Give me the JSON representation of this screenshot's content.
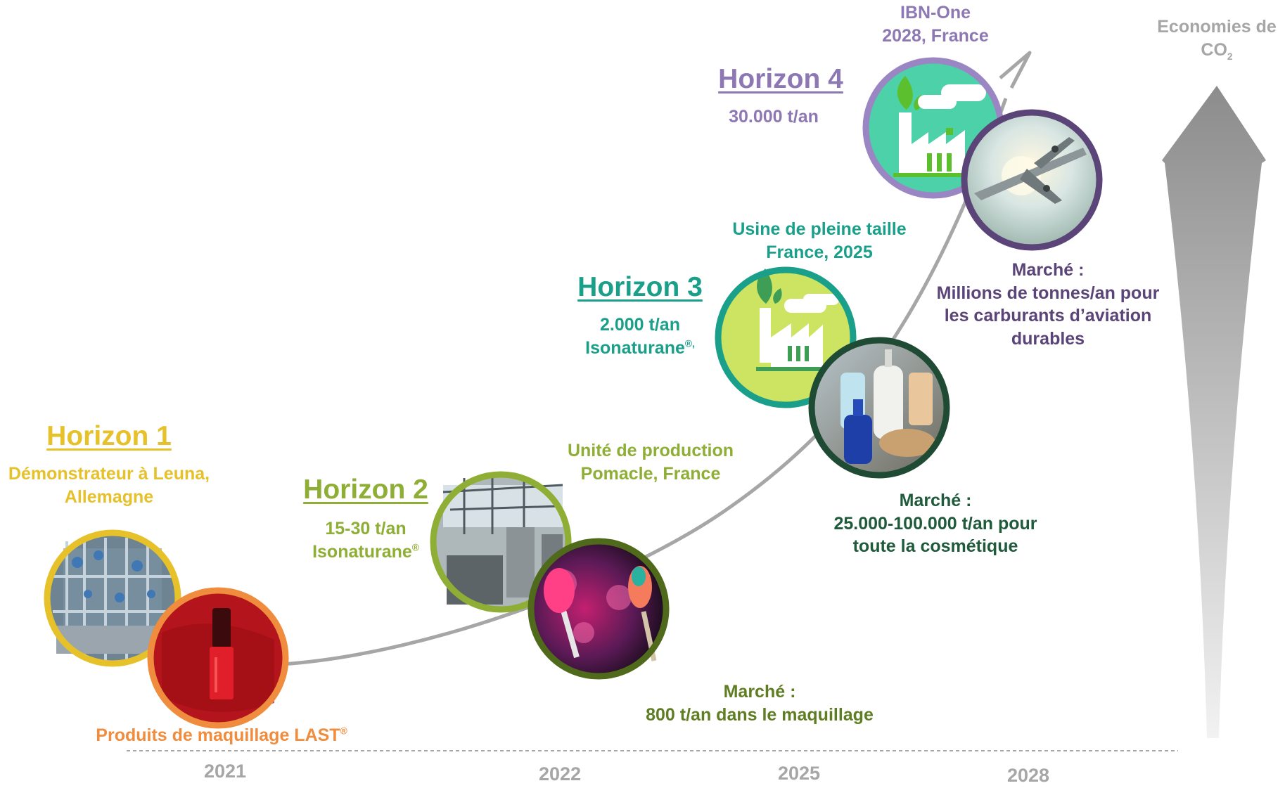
{
  "colors": {
    "h1": "#e6c12a",
    "h1_product": "#ef8c3d",
    "h2": "#8fae35",
    "h2_market": "#5f7d22",
    "h3": "#1aa08a",
    "h3_market": "#1f5a3a",
    "h4": "#8e78b4",
    "h4_market": "#5a4478",
    "axis": "#a6a6a6",
    "curve": "#a6a6a6"
  },
  "co2": {
    "line1": "Economies de",
    "co": "CO",
    "sub": "2"
  },
  "horizon1": {
    "title": "Horizon 1",
    "line1": "Démonstrateur à Leuna,",
    "line2": "Allemagne",
    "product": "Produits de maquillage LAST",
    "reg": "®"
  },
  "horizon2": {
    "title": "Horizon 2",
    "capacity": "15-30 t/an",
    "product": "Isonaturane",
    "reg": "®",
    "site_line1": "Unité de production",
    "site_line2": "Pomacle, France",
    "market_label": "Marché :",
    "market_value": "800 t/an dans le maquillage"
  },
  "horizon3": {
    "title": "Horizon 3",
    "capacity": "2.000 t/an",
    "product": "Isonaturane",
    "reg": "®,",
    "site_line1": "Usine de pleine taille",
    "site_line2": "France, 2025",
    "market_label": "Marché :",
    "market_line1": "25.000-100.000 t/an pour",
    "market_line2": "toute la cosmétique"
  },
  "horizon4": {
    "title": "Horizon 4",
    "capacity": "30.000 t/an",
    "site_line1": "IBN-One",
    "site_line2": "2028, France",
    "market_label": "Marché :",
    "market_line1": "Millions de tonnes/an pour",
    "market_line2": "les carburants d’aviation",
    "market_line3": "durables"
  },
  "years": [
    "2021",
    "2022",
    "2025",
    "2028"
  ]
}
